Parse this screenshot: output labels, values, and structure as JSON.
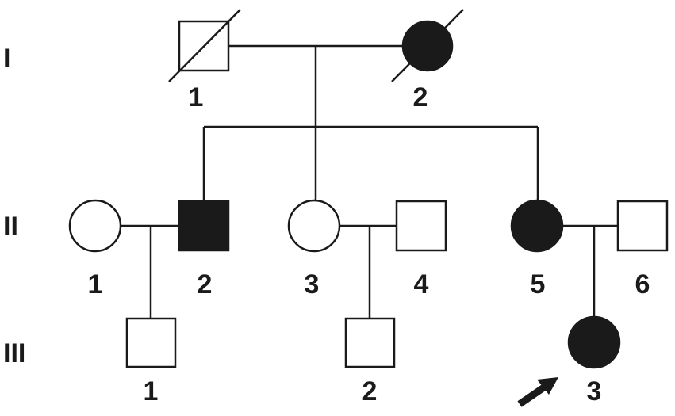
{
  "generations": [
    "I",
    "II",
    "III"
  ],
  "colors": {
    "affected": "#1a1a1a",
    "unaffected": "#ffffff",
    "line": "#1a1a1a"
  },
  "individuals": [
    {
      "id": "I-1",
      "generation": "I",
      "number": "1",
      "sex": "male",
      "affected": false,
      "deceased": true
    },
    {
      "id": "I-2",
      "generation": "I",
      "number": "2",
      "sex": "female",
      "affected": true,
      "deceased": true
    },
    {
      "id": "II-1",
      "generation": "II",
      "number": "1",
      "sex": "female",
      "affected": false,
      "deceased": false
    },
    {
      "id": "II-2",
      "generation": "II",
      "number": "2",
      "sex": "male",
      "affected": true,
      "deceased": false
    },
    {
      "id": "II-3",
      "generation": "II",
      "number": "3",
      "sex": "female",
      "affected": false,
      "deceased": false
    },
    {
      "id": "II-4",
      "generation": "II",
      "number": "4",
      "sex": "male",
      "affected": false,
      "deceased": false
    },
    {
      "id": "II-5",
      "generation": "II",
      "number": "5",
      "sex": "female",
      "affected": true,
      "deceased": false
    },
    {
      "id": "II-6",
      "generation": "II",
      "number": "6",
      "sex": "male",
      "affected": false,
      "deceased": false
    },
    {
      "id": "III-1",
      "generation": "III",
      "number": "1",
      "sex": "male",
      "affected": false,
      "deceased": false
    },
    {
      "id": "III-2",
      "generation": "III",
      "number": "2",
      "sex": "male",
      "affected": false,
      "deceased": false
    },
    {
      "id": "III-3",
      "generation": "III",
      "number": "3",
      "sex": "female",
      "affected": true,
      "deceased": false,
      "proband": true
    }
  ],
  "unions": [
    {
      "partners": [
        "I-1",
        "I-2"
      ],
      "children": [
        "II-2",
        "II-3",
        "II-5"
      ]
    },
    {
      "partners": [
        "II-1",
        "II-2"
      ],
      "children": [
        "III-1"
      ]
    },
    {
      "partners": [
        "II-3",
        "II-4"
      ],
      "children": [
        "III-2"
      ]
    },
    {
      "partners": [
        "II-5",
        "II-6"
      ],
      "children": [
        "III-3"
      ]
    }
  ]
}
